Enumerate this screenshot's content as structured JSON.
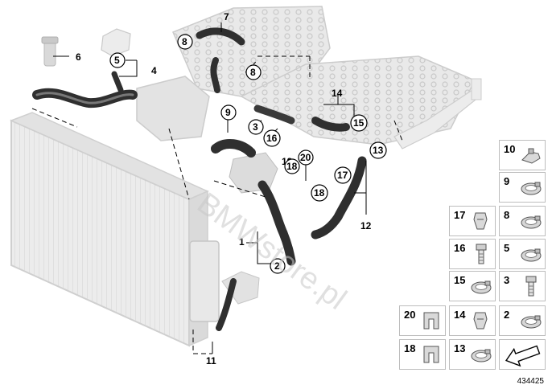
{
  "diagram": {
    "callouts": [
      "7",
      "6",
      "4",
      "5",
      "8",
      "8",
      "9",
      "3",
      "16",
      "14",
      "15",
      "19",
      "20",
      "18",
      "13",
      "17",
      "18",
      "12",
      "1",
      "2",
      "11"
    ],
    "watermark": "BMWstore.pl",
    "reference_number": "434425"
  },
  "parts_grid": [
    {
      "label": "10",
      "icon": "hose-clip-icon"
    },
    {
      "label": "9",
      "icon": "hose-clamp-icon"
    },
    {
      "label": "17",
      "icon": "spring-clip-icon"
    },
    {
      "label": "8",
      "icon": "hose-clamp-icon"
    },
    {
      "label": "16",
      "icon": "bolt-icon"
    },
    {
      "label": "5",
      "icon": "hose-clamp-icon"
    },
    {
      "label": "15",
      "icon": "hose-clamp-icon"
    },
    {
      "label": "3",
      "icon": "bolt-icon"
    },
    {
      "label": "20",
      "icon": "bracket-clip-icon"
    },
    {
      "label": "14",
      "icon": "spring-clip-icon"
    },
    {
      "label": "2",
      "icon": "hose-clamp-icon"
    },
    {
      "label": "18",
      "icon": "bracket-clip-icon"
    },
    {
      "label": "13",
      "icon": "hose-clamp-icon"
    },
    {
      "label": "",
      "icon": "arrow-icon"
    }
  ]
}
